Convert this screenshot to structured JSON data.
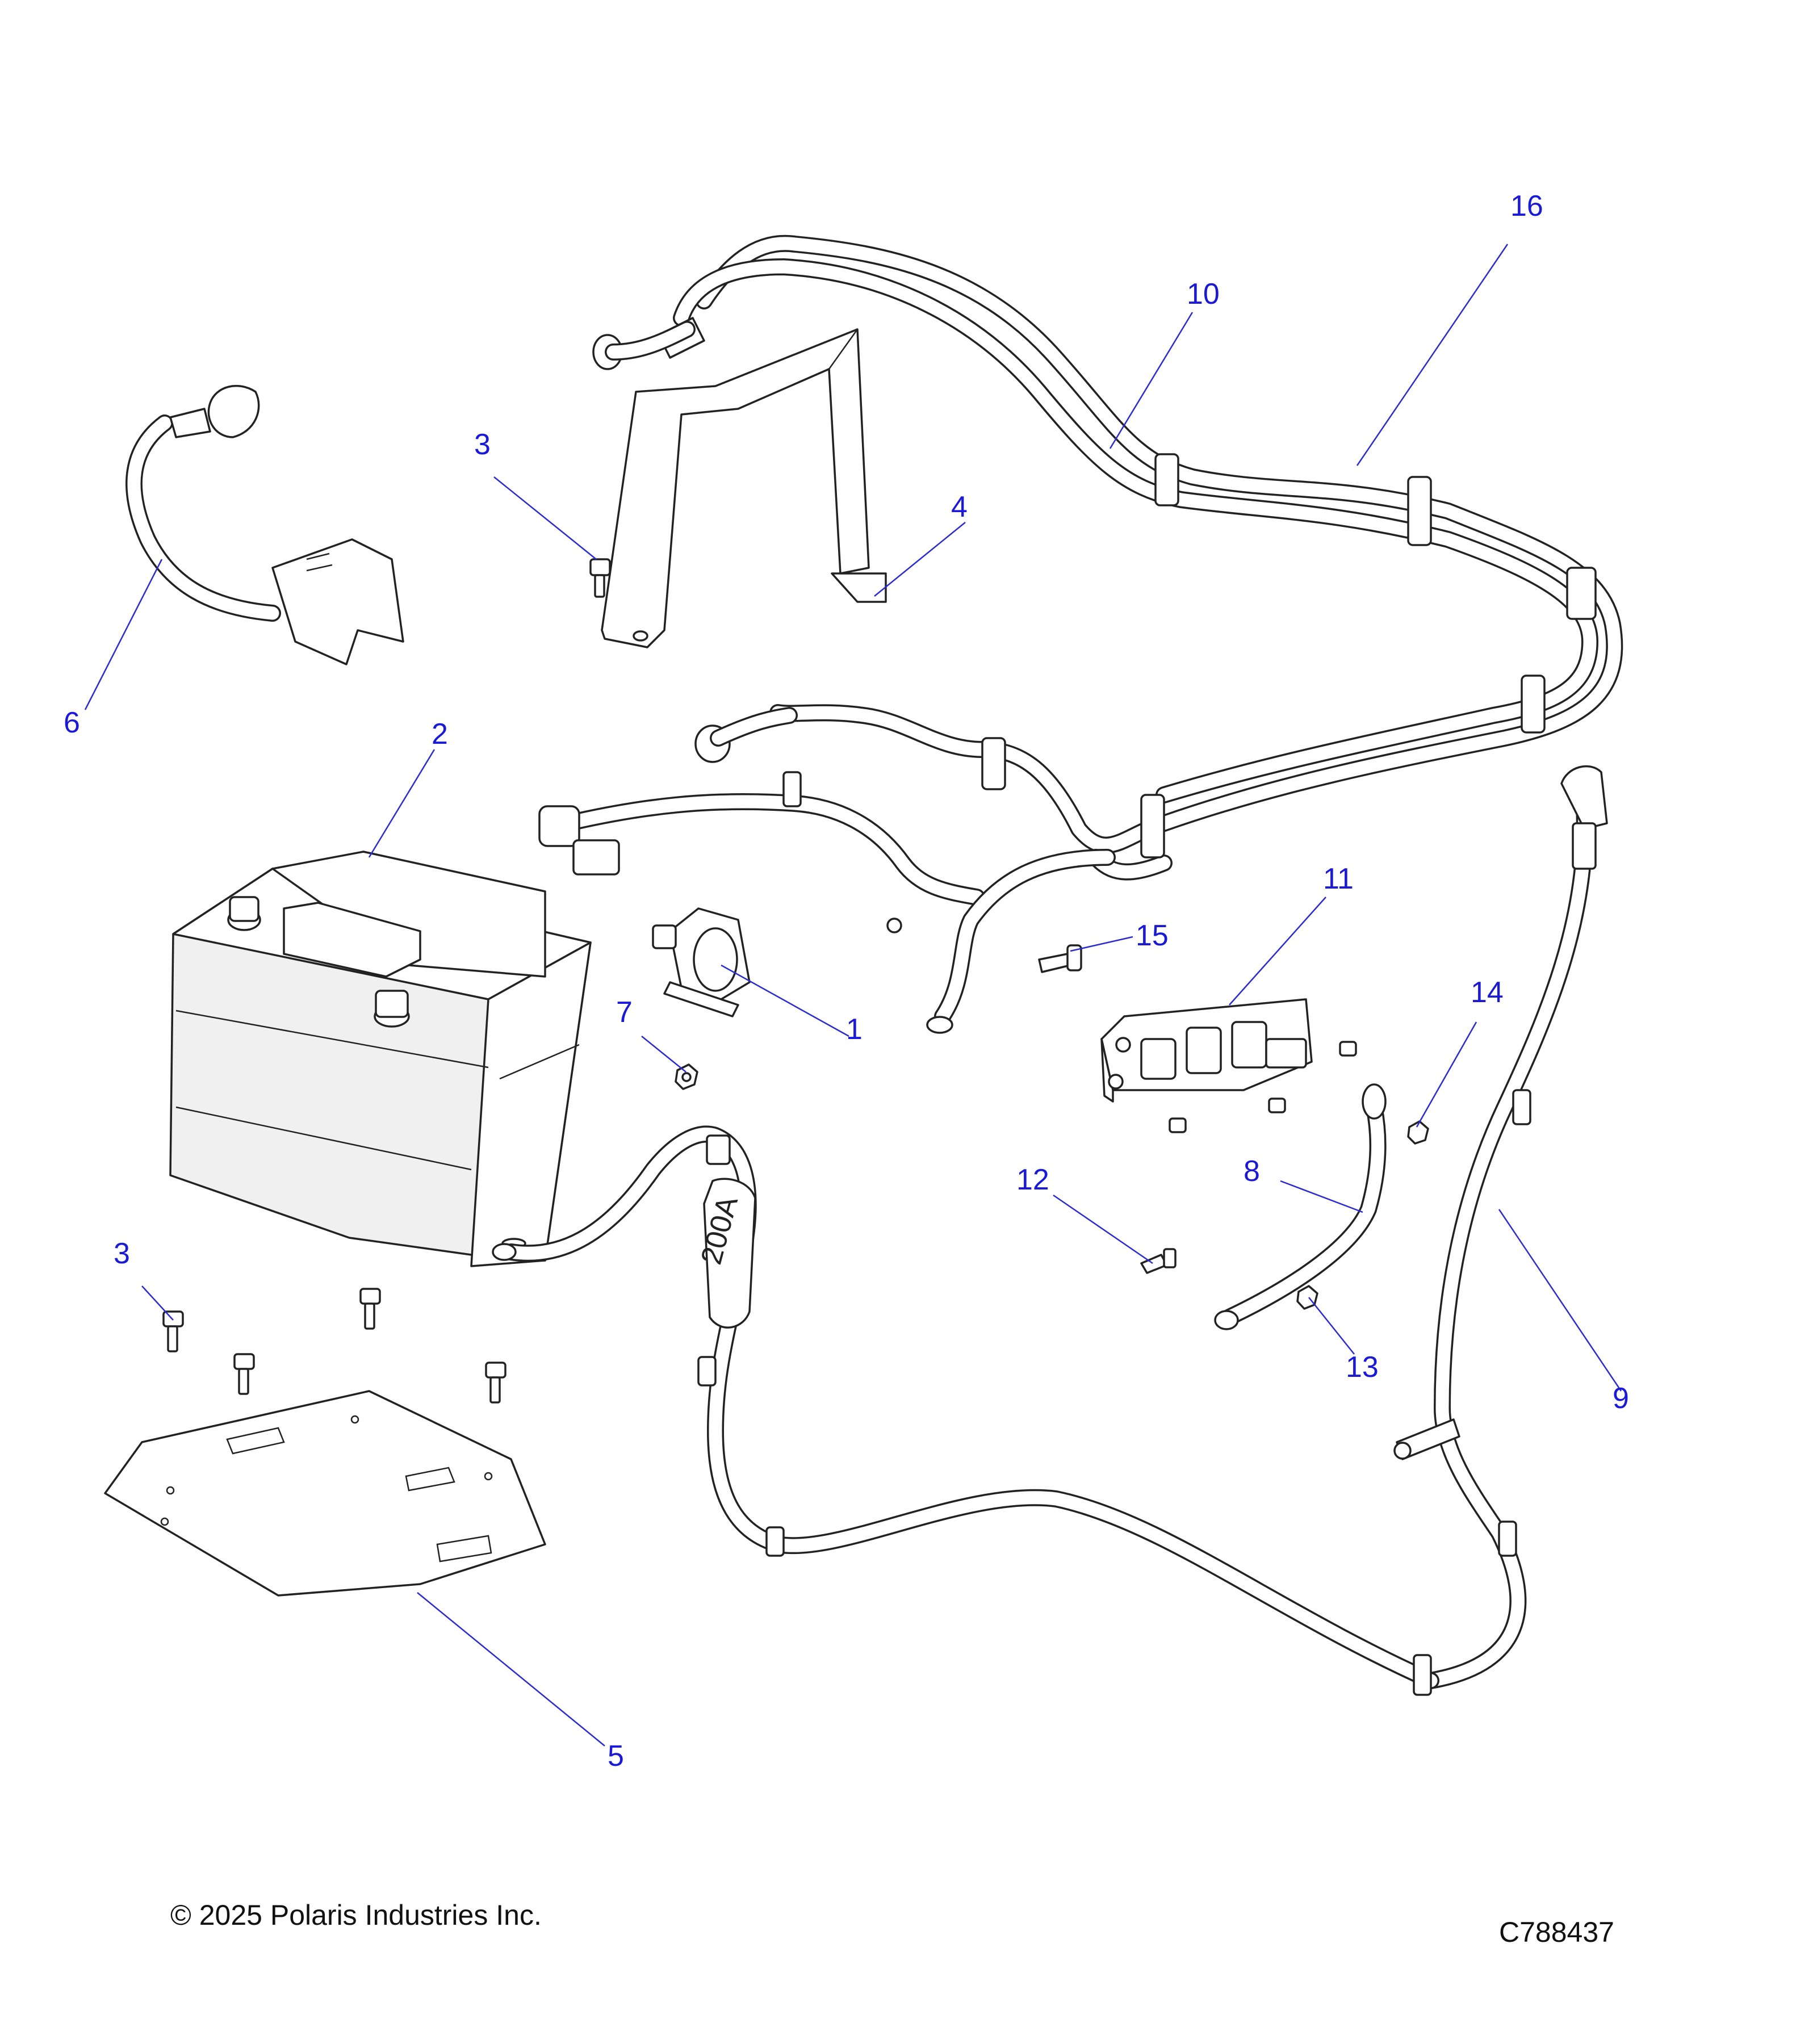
{
  "diagram": {
    "callouts": [
      {
        "id": "1",
        "label": "1"
      },
      {
        "id": "2",
        "label": "2"
      },
      {
        "id": "3a",
        "label": "3"
      },
      {
        "id": "3b",
        "label": "3"
      },
      {
        "id": "4",
        "label": "4"
      },
      {
        "id": "5",
        "label": "5"
      },
      {
        "id": "6",
        "label": "6"
      },
      {
        "id": "7",
        "label": "7"
      },
      {
        "id": "8",
        "label": "8"
      },
      {
        "id": "9",
        "label": "9"
      },
      {
        "id": "10",
        "label": "10"
      },
      {
        "id": "11",
        "label": "11"
      },
      {
        "id": "12",
        "label": "12"
      },
      {
        "id": "13",
        "label": "13"
      },
      {
        "id": "14",
        "label": "14"
      },
      {
        "id": "15",
        "label": "15"
      },
      {
        "id": "16",
        "label": "16"
      }
    ],
    "cable_marking": "200A"
  },
  "footer": {
    "copyright": "© 2025 Polaris Industries Inc.",
    "figure_id": "C788437"
  },
  "colors": {
    "callout": "#1a1ad6",
    "line": "#222222"
  }
}
